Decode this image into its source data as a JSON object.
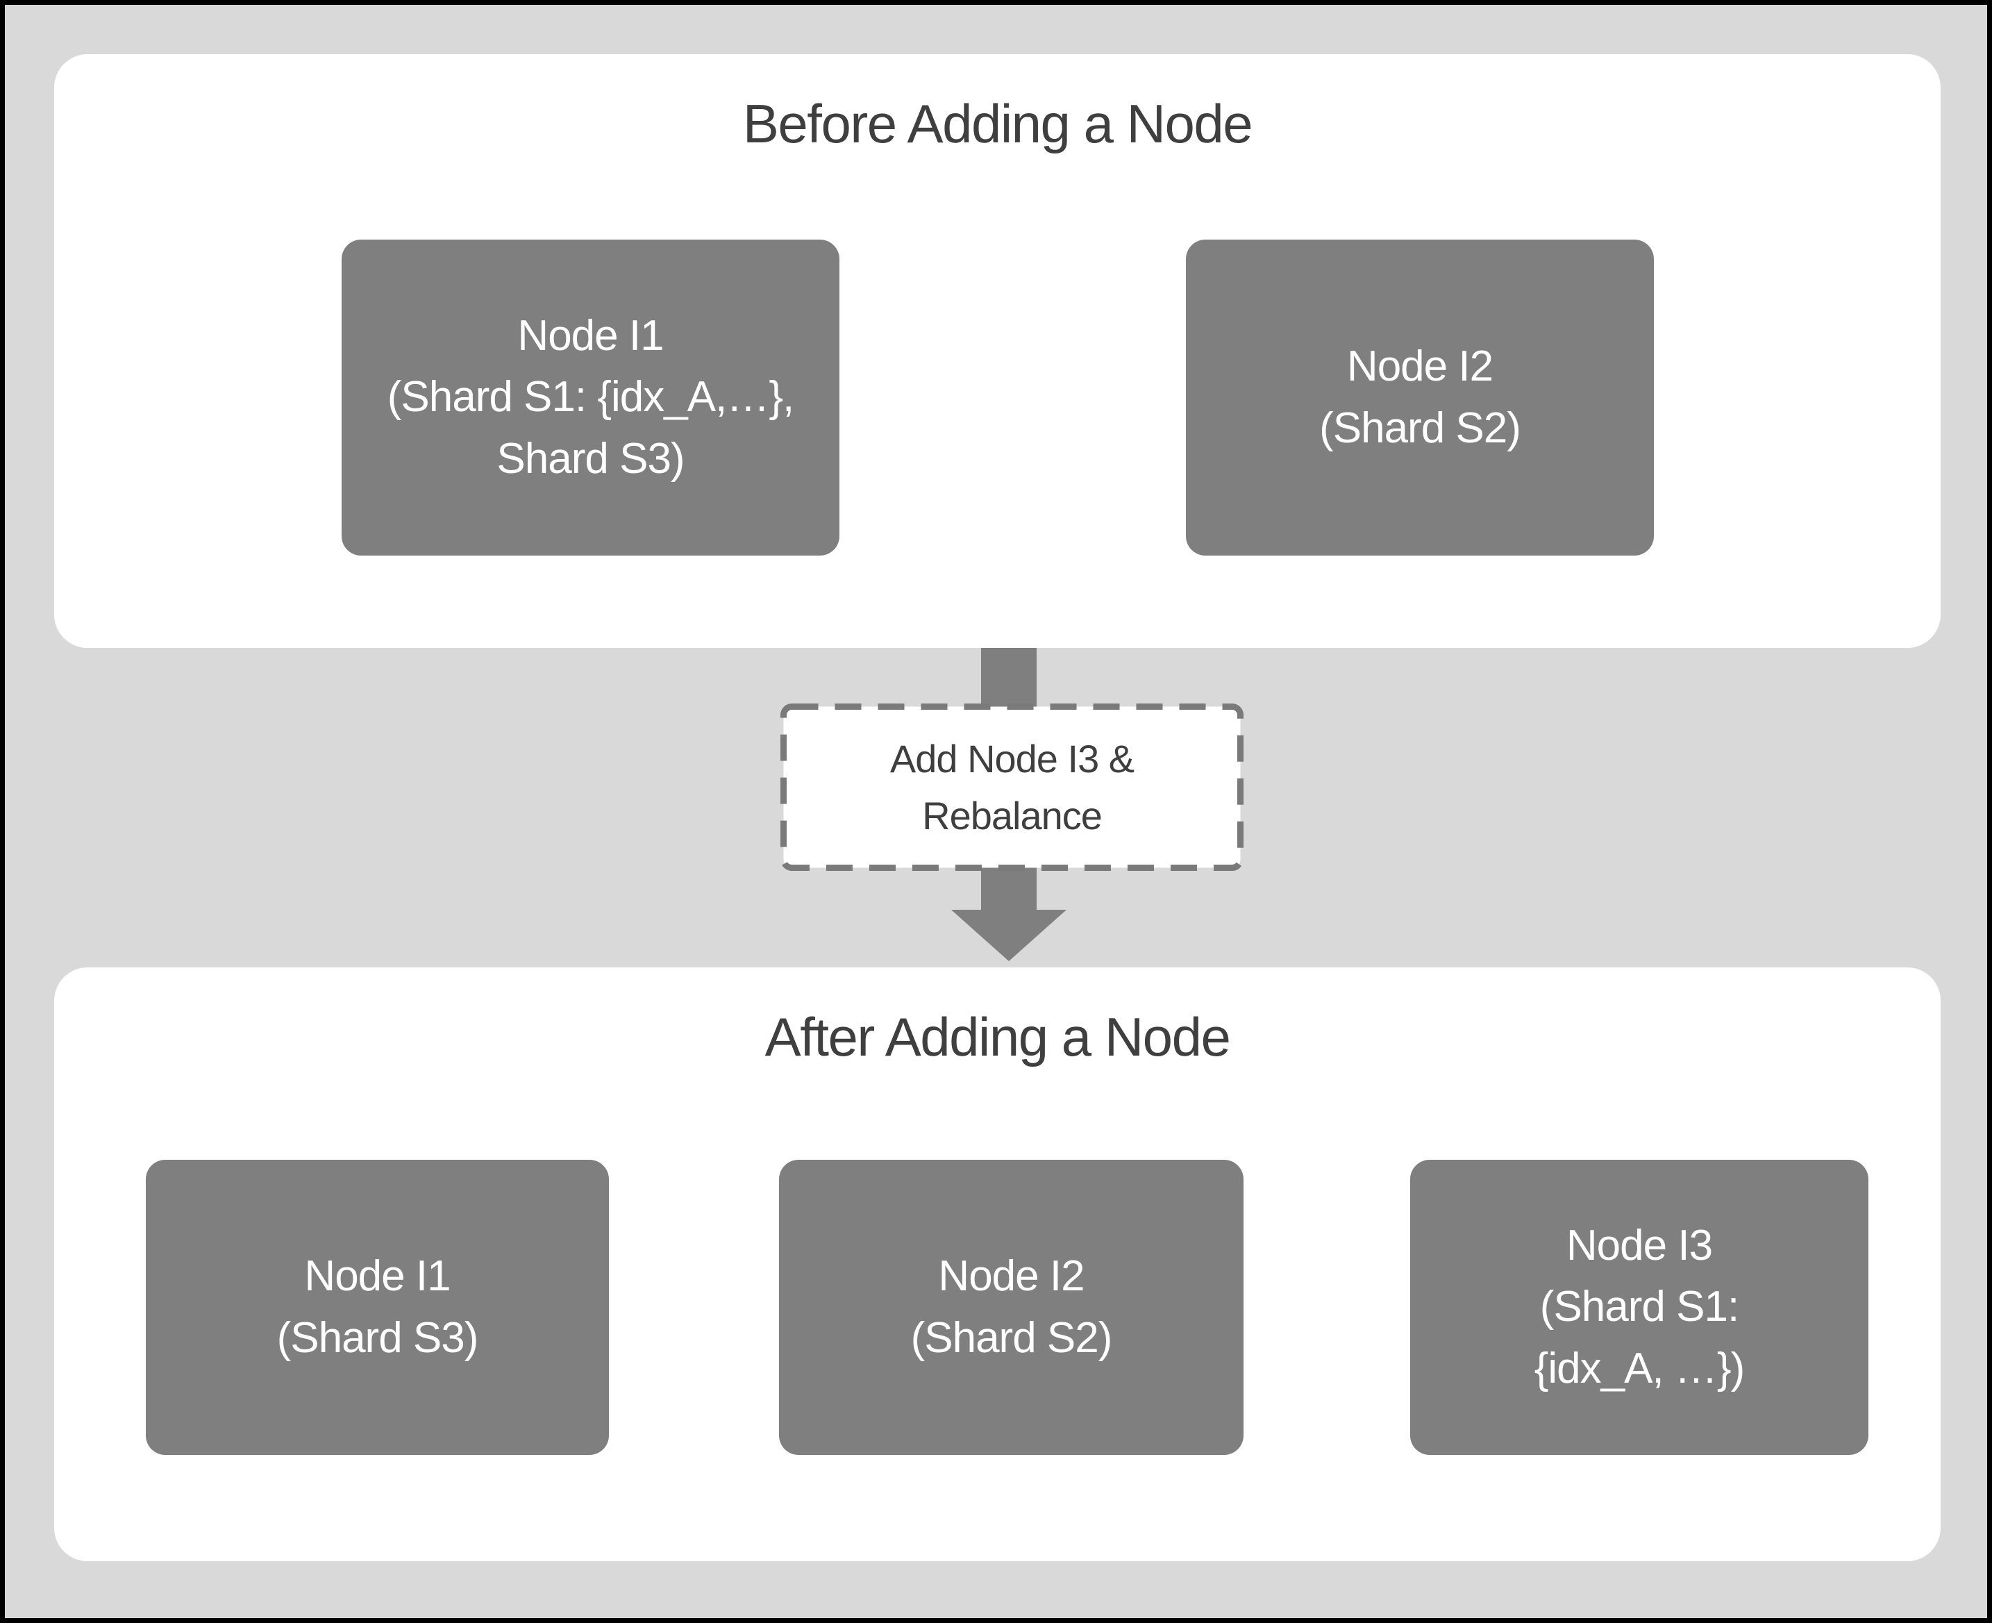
{
  "colors": {
    "background": "#d9d9d9",
    "frame_border": "#000000",
    "panel_fill": "#ffffff",
    "node_fill": "#7f7f7f",
    "node_text": "#ffffff",
    "title_text": "#3f3f3f",
    "arrow_fill": "#7f7f7f",
    "dashed_border": "#7a7a7a"
  },
  "before": {
    "title": "Before Adding a Node",
    "nodes": [
      {
        "label": "Node I1\n(Shard S1: {idx_A,…},\nShard S3)"
      },
      {
        "label": "Node I2\n(Shard S2)"
      }
    ]
  },
  "transition": {
    "label": "Add Node I3 &\nRebalance"
  },
  "after": {
    "title": "After Adding a Node",
    "nodes": [
      {
        "label": "Node I1\n(Shard S3)"
      },
      {
        "label": "Node I2\n(Shard S2)"
      },
      {
        "label": "Node I3\n(Shard S1:\n{idx_A, …})"
      }
    ]
  }
}
